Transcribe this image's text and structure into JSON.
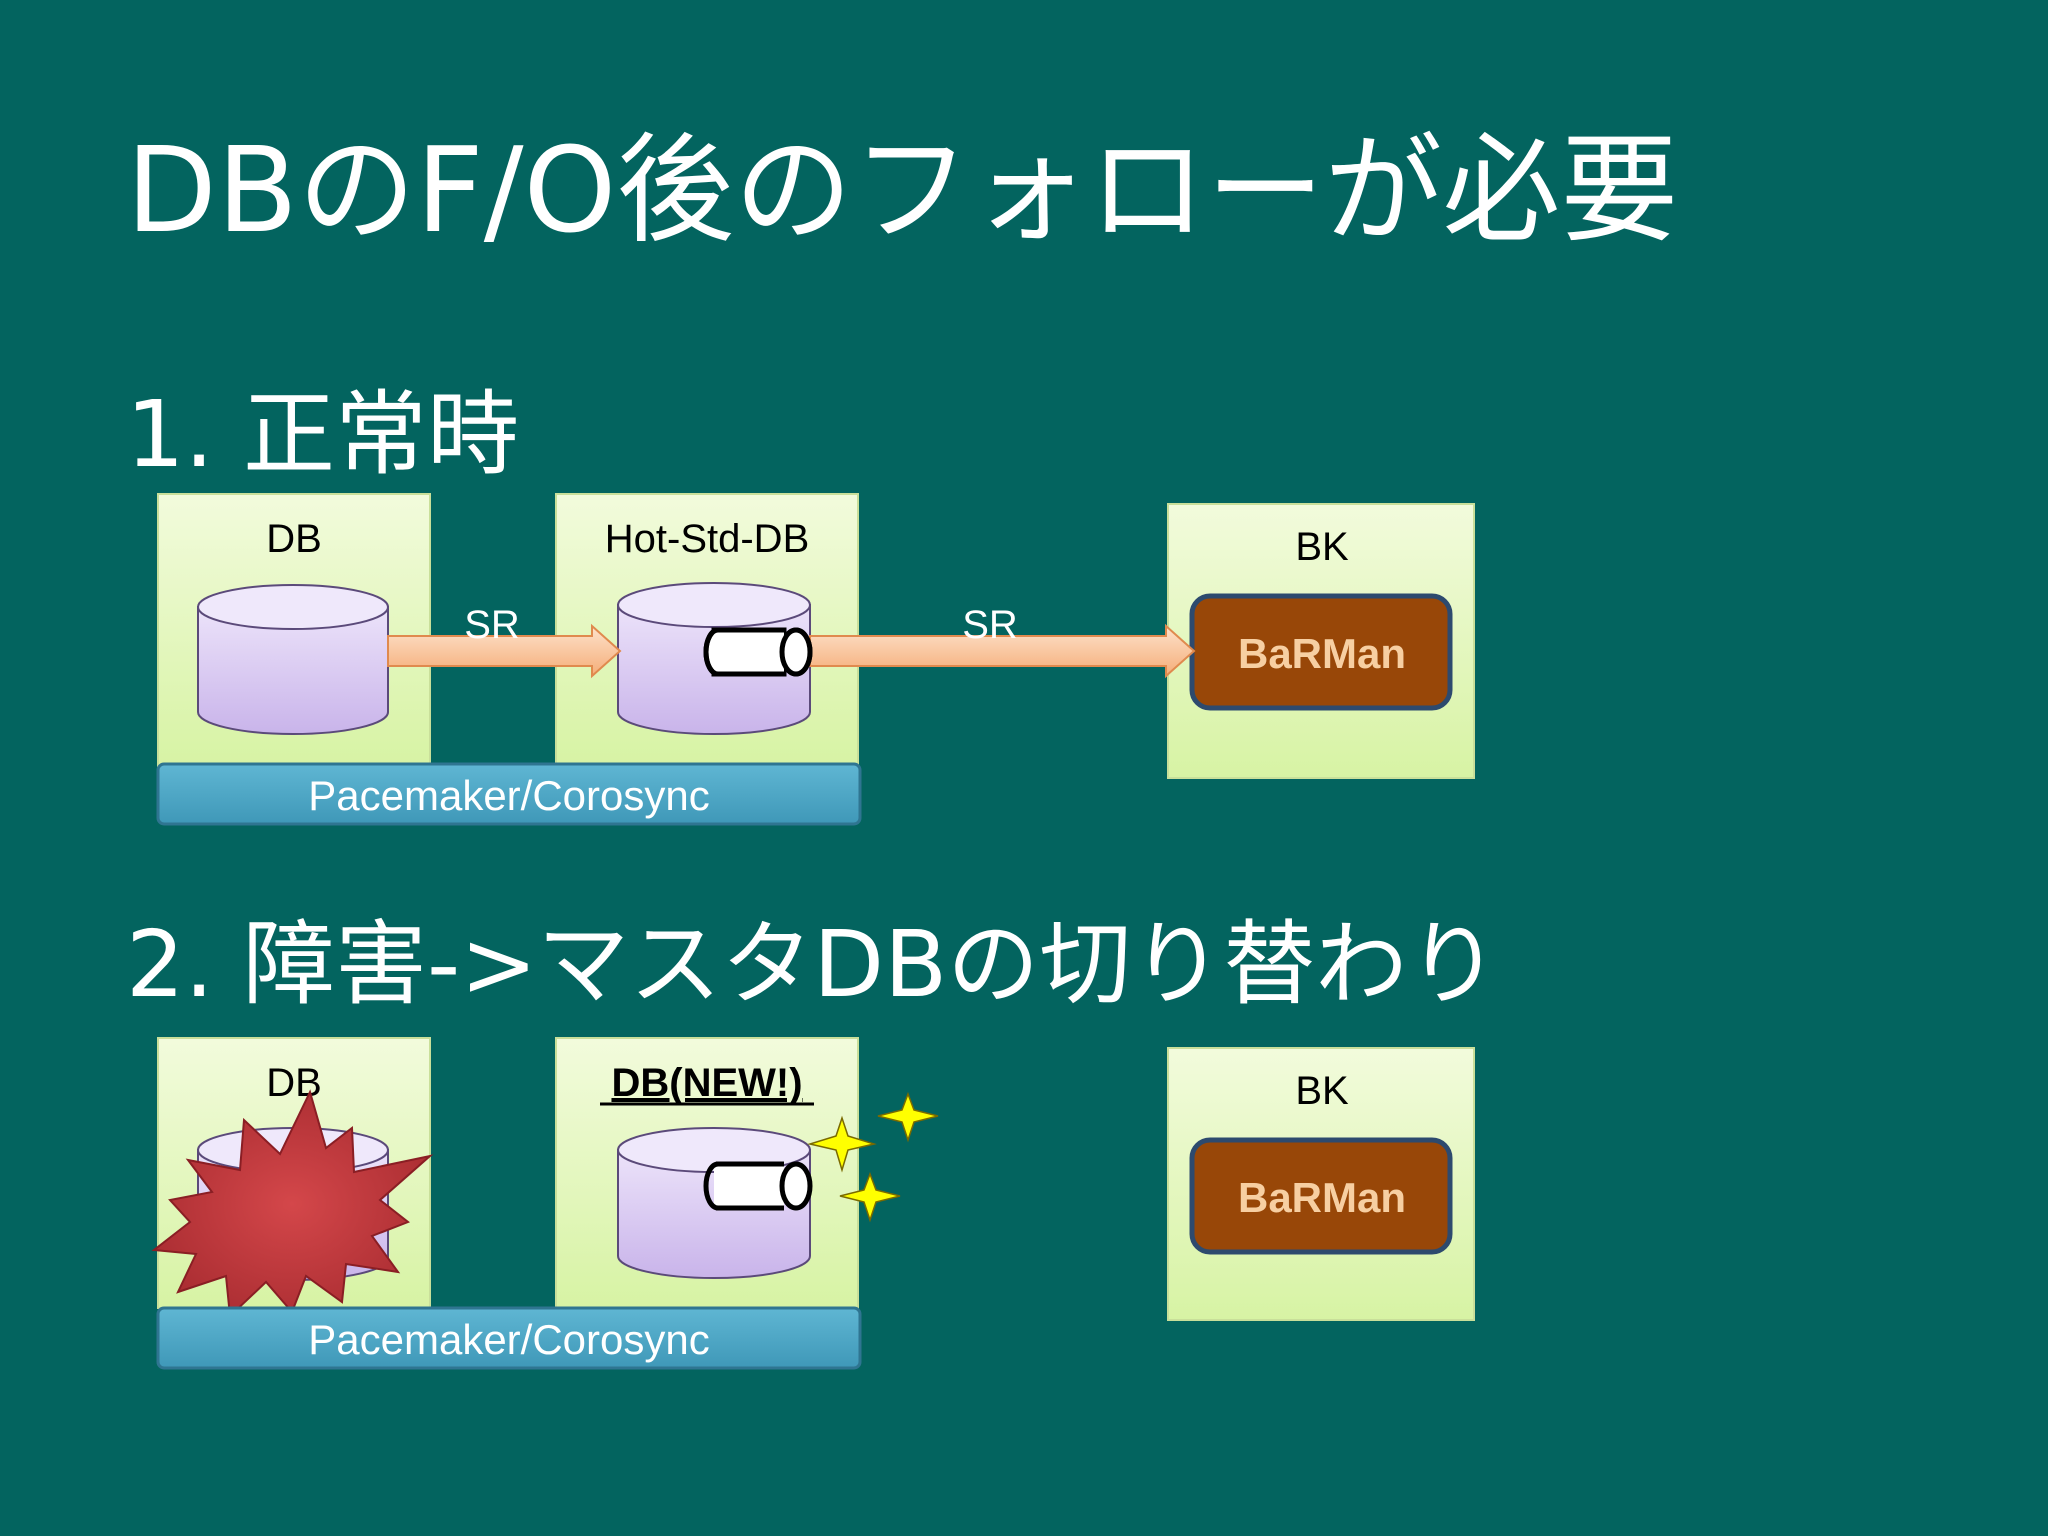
{
  "title": "DBのF/O後のフォローが必要",
  "section1": {
    "heading": "1. 正常時",
    "db_label": "DB",
    "standby_label": "Hot-Std-DB",
    "bk_label": "BK",
    "barman_label": "BaRMan",
    "sr_label_1": "SR",
    "sr_label_2": "SR",
    "cluster_label": "Pacemaker/Corosync"
  },
  "section2": {
    "heading": "2. 障害->マスタDBの切り替わり",
    "db_label": "DB",
    "new_db_label": "DB(NEW!)",
    "bk_label": "BK",
    "barman_label": "BaRMan",
    "cluster_label": "Pacemaker/Corosync"
  },
  "colors": {
    "background": "#03645f",
    "node_box": "#e8f7c0",
    "barman_fill": "#984708",
    "barman_text": "#f7cfa2",
    "cluster_bar": "#4aa6c5",
    "arrow": "#f9c49a",
    "failure_burst": "#c0353a",
    "sparkle": "#ffff00"
  }
}
